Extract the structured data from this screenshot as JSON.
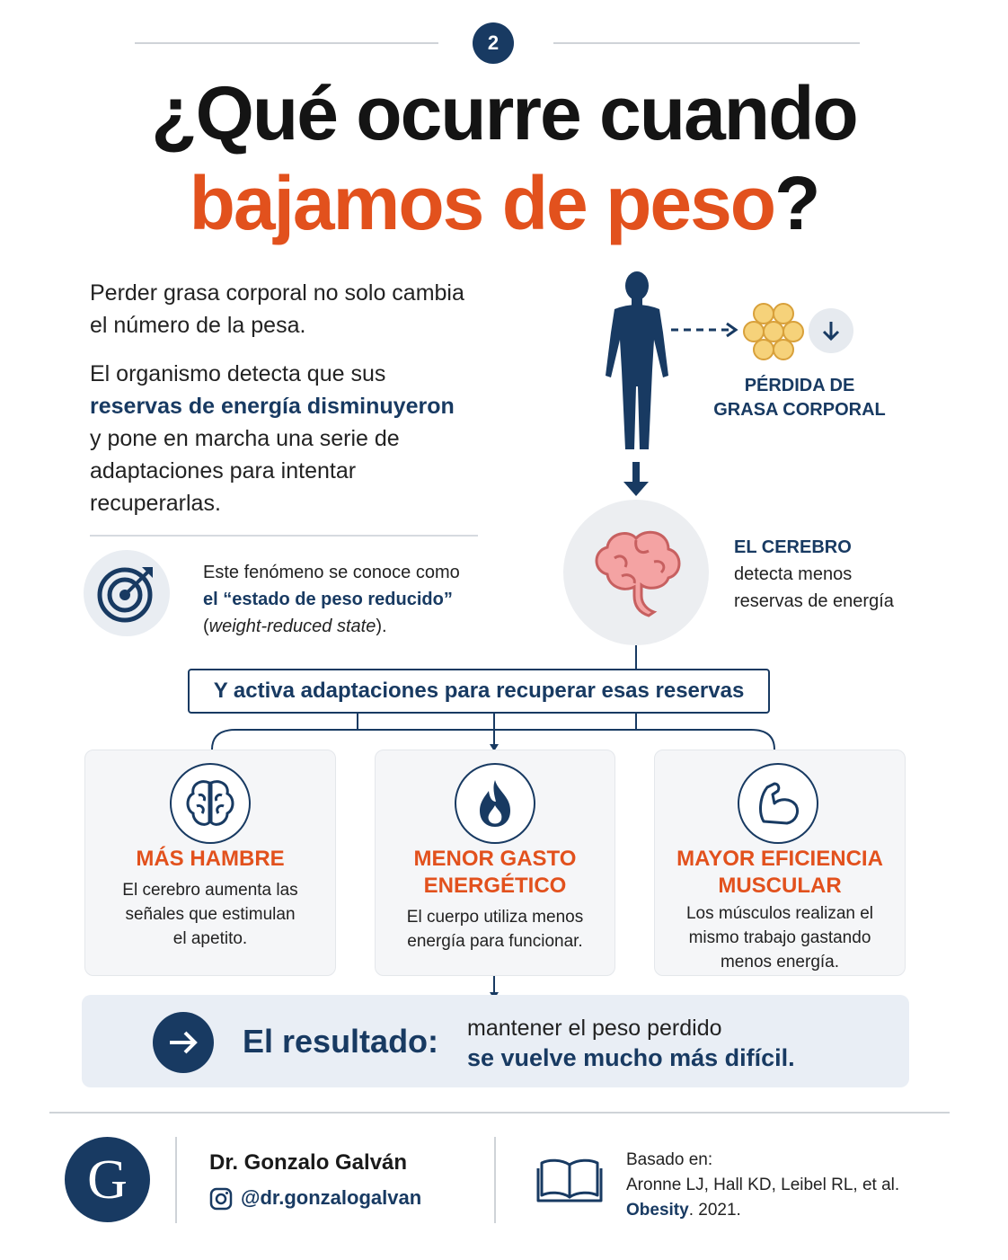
{
  "header": {
    "badge_number": "2",
    "title_line1": "¿Qué ocurre cuando",
    "title_line2": "bajamos de peso",
    "title_qmark": "?"
  },
  "intro": {
    "p1": "Perder grasa corporal no solo cambia el número de la pesa.",
    "p2_part1": "El organismo detecta que sus",
    "p2_highlight": "reservas de energía disminuyeron",
    "p2_part2": "y pone en marcha una serie de adaptaciones para intentar recuperarlas."
  },
  "phenomenon": {
    "line1": "Este fenómeno se conoce como",
    "highlight": "el “estado de peso reducido”",
    "paren_open": "(",
    "english": "weight-reduced state",
    "paren_close": ")."
  },
  "fat_loss": {
    "label_line1": "PÉRDIDA DE",
    "label_line2": "GRASA CORPORAL"
  },
  "brain": {
    "title": "EL CEREBRO",
    "line1": "detecta menos",
    "line2": "reservas de energía"
  },
  "adapt_box": "Y activa adaptaciones para recuperar esas reservas",
  "cards": [
    {
      "icon": "brain-outline-icon",
      "title_line1": "MÁS HAMBRE",
      "text_lines": [
        "El cerebro aumenta las",
        "señales que estimulan",
        "el apetito."
      ]
    },
    {
      "icon": "flame-icon",
      "title_line1": "MENOR GASTO",
      "title_line2": "ENERGÉTICO",
      "text_lines": [
        "El cuerpo utiliza menos",
        "energía para funcionar."
      ]
    },
    {
      "icon": "flexed-arm-icon",
      "title_line1": "MAYOR EFICIENCIA",
      "title_line2": "MUSCULAR",
      "text_lines": [
        "Los músculos realizan el",
        "mismo trabajo gastando",
        "menos energía."
      ]
    }
  ],
  "result": {
    "label": "El resultado:",
    "line1": "mantener el peso perdido",
    "line2": "se vuelve mucho más difícil."
  },
  "footer": {
    "logo_letter": "G",
    "author": "Dr. Gonzalo Galván",
    "handle": "@dr.gonzalogalvan",
    "based_label": "Basado en:",
    "authors": "Aronne LJ, Hall KD, Leibel RL, et al.",
    "journal": "Obesity",
    "year": ". 2021."
  },
  "colors": {
    "navy": "#183a62",
    "orange": "#e2511d",
    "fat_yellow": "#f6d27a"
  }
}
